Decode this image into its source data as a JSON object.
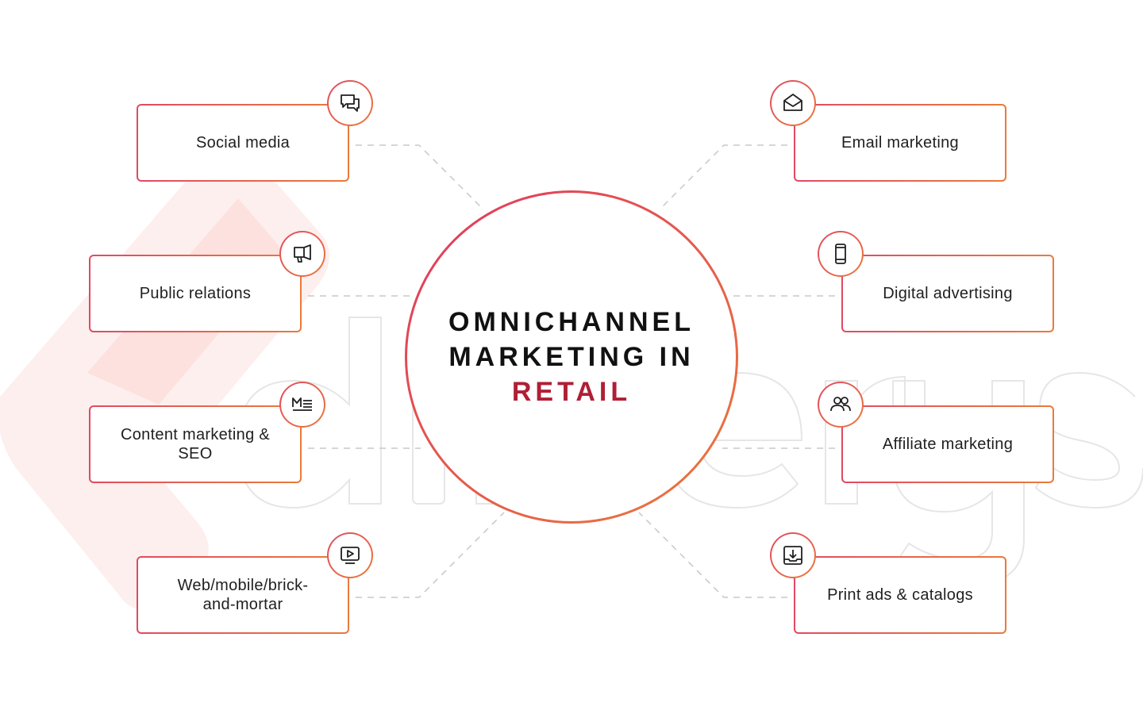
{
  "center": {
    "line1": "OMNICHANNEL",
    "line2": "MARKETING IN",
    "line3": "RETAIL"
  },
  "colors": {
    "accent": "#b01f35",
    "gradient_start": "#e04a63",
    "gradient_end": "#ea7a3a",
    "connector": "#c8c8c8",
    "watermark": "#fbe3e1"
  },
  "nodes": [
    {
      "id": "social-media",
      "label": "Social media",
      "icon": "chat-bubbles-icon"
    },
    {
      "id": "public-relations",
      "label": "Public relations",
      "icon": "megaphone-icon"
    },
    {
      "id": "content-marketing",
      "label": "Content marketing & SEO",
      "icon": "text-document-icon"
    },
    {
      "id": "web-mobile",
      "label": "Web/mobile/brick-and-mortar",
      "icon": "monitor-play-icon"
    },
    {
      "id": "email-marketing",
      "label": "Email marketing",
      "icon": "envelope-icon"
    },
    {
      "id": "digital-advertising",
      "label": "Digital advertising",
      "icon": "smartphone-icon"
    },
    {
      "id": "affiliate-marketing",
      "label": "Affiliate marketing",
      "icon": "users-icon"
    },
    {
      "id": "print-ads",
      "label": "Print ads & catalogs",
      "icon": "download-tray-icon"
    }
  ]
}
